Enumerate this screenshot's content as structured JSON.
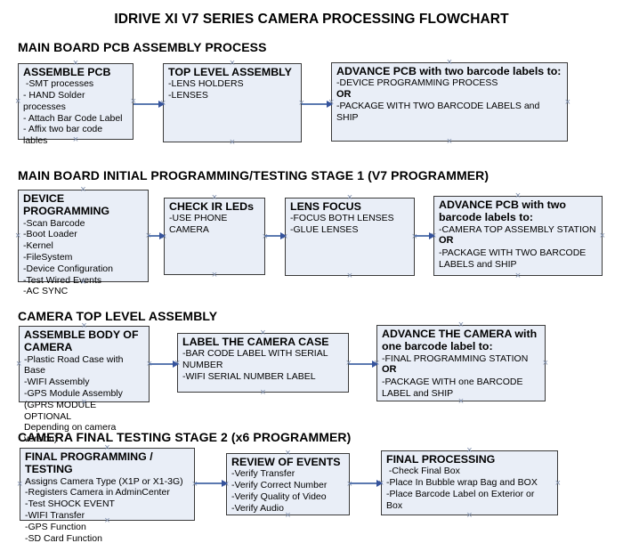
{
  "title": "IDRIVE XI V7 SERIES CAMERA PROCESSING FLOWCHART",
  "colors": {
    "box_fill": "#e9eef7",
    "box_border": "#3a3a3a",
    "arrow": "#35539c",
    "connector_handle": "#8090ad",
    "text": "#000000",
    "background": "#ffffff"
  },
  "icons": {
    "connector_handle_glyph": "×"
  },
  "sections": [
    {
      "header": "MAIN BOARD PCB ASSEMBLY PROCESS",
      "boxes": [
        {
          "title": "ASSEMBLE PCB",
          "lines": [
            " -SMT processes",
            "- HAND Solder processes",
            "- Attach Bar Code Label",
            "- Affix two bar code lables"
          ]
        },
        {
          "title": "TOP LEVEL ASSEMBLY",
          "lines": [
            "-LENS HOLDERS",
            "-LENSES"
          ]
        },
        {
          "title": "ADVANCE PCB with two barcode labels to:",
          "lines": [
            "-DEVICE PROGRAMMING PROCESS",
            "OR",
            "-PACKAGE WITH TWO BARCODE LABELS and SHIP"
          ]
        }
      ]
    },
    {
      "header": "MAIN BOARD INITIAL PROGRAMMING/TESTING STAGE 1 (V7 PROGRAMMER)",
      "boxes": [
        {
          "title": "DEVICE PROGRAMMING",
          "lines": [
            "-Scan Barcode",
            "-Boot Loader",
            "-Kernel",
            "-FileSystem",
            "-Device Configuration",
            "-Test Wired Events",
            "-AC SYNC"
          ]
        },
        {
          "title": "CHECK IR LEDs",
          "lines": [
            "-USE PHONE CAMERA"
          ]
        },
        {
          "title": "LENS FOCUS",
          "lines": [
            "-FOCUS BOTH LENSES",
            "-GLUE LENSES"
          ]
        },
        {
          "title": "ADVANCE PCB with two barcode labels to:",
          "lines": [
            "-CAMERA TOP ASSEMBLY STATION",
            "OR",
            "-PACKAGE WITH TWO BARCODE LABELS and SHIP"
          ]
        }
      ]
    },
    {
      "header": "CAMERA TOP LEVEL ASSEMBLY",
      "boxes": [
        {
          "title": "ASSEMBLE BODY OF CAMERA",
          "lines": [
            "-Plastic Road Case with Base",
            "-WIFI Assembly",
            "-GPS Module Assembly",
            "(GPRS MODULE OPTIONAL",
            "Depending on camera version)"
          ]
        },
        {
          "title": "LABEL THE CAMERA CASE",
          "lines": [
            "-BAR CODE LABEL WITH SERIAL NUMBER",
            "-WIFI SERIAL NUMBER LABEL"
          ]
        },
        {
          "title": "ADVANCE THE CAMERA with one barcode label to:",
          "lines": [
            "-FINAL PROGRAMMING STATION",
            "OR",
            "-PACKAGE WITH one BARCODE LABEL and SHIP"
          ]
        }
      ]
    },
    {
      "header": "CAMERA FINAL TESTING STAGE 2 (x6 PROGRAMMER)",
      "boxes": [
        {
          "title": "FINAL PROGRAMMING / TESTING",
          "lines": [
            "Assigns Camera Type (X1P or X1-3G)",
            "-Registers Camera in AdminCenter",
            "-Test SHOCK EVENT",
            "-WIFI Transfer",
            "-GPS Function",
            "-SD Card Function"
          ]
        },
        {
          "title": "REVIEW OF EVENTS",
          "lines": [
            "-Verify Transfer",
            "-Verify Correct Number",
            "-Verify Quality of Video",
            "-Verify Audio"
          ]
        },
        {
          "title": "FINAL PROCESSING",
          "lines": [
            " -Check Final Box",
            "-Place In Bubble wrap Bag and BOX",
            "-Place Barcode Label on Exterior or Box"
          ]
        }
      ]
    }
  ]
}
